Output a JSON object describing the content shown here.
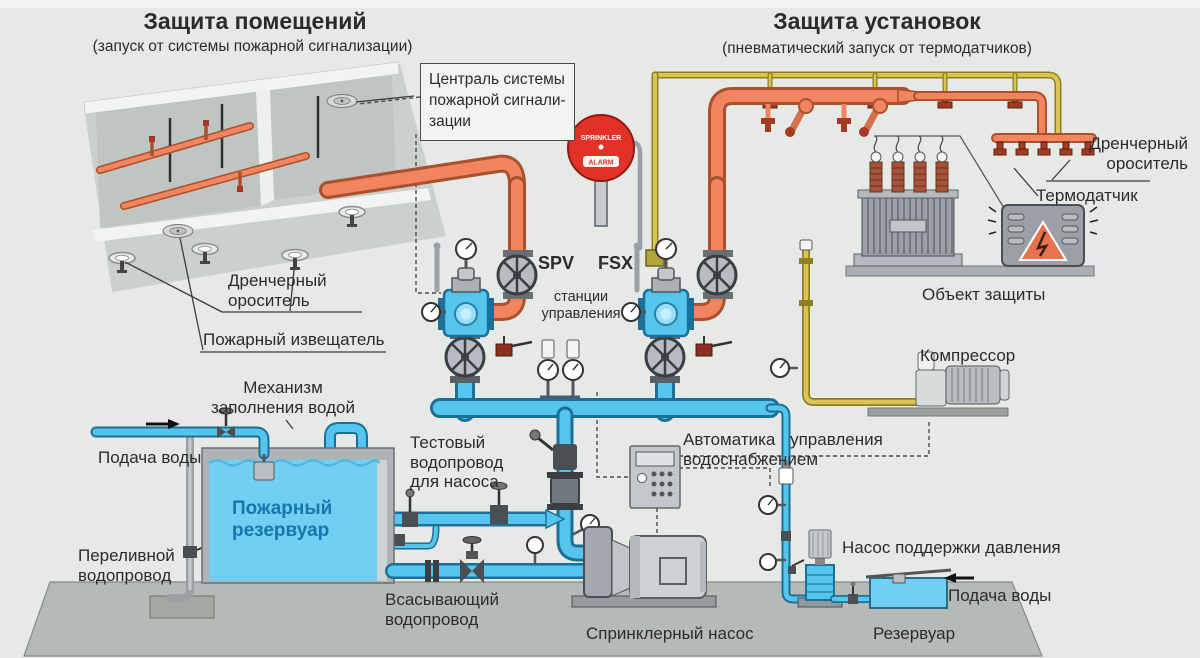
{
  "colors": {
    "orange": "#F2855F",
    "orange-dark": "#A9502C",
    "blue": "#56C5EE",
    "blue-dark": "#1C6F96",
    "yellow": "#D9C455",
    "yellow-dark": "#8F7F22",
    "water": "#72CFF2",
    "red": "#E23127",
    "gray-pipe": "#9AA0A4",
    "ground": "#B6BAB6",
    "tank-text": "#1577AD"
  },
  "titles": {
    "left": {
      "title": "Защита помещений",
      "subtitle": "(запуск от системы пожарной сигнализации)"
    },
    "right": {
      "title": "Защита установок",
      "subtitle": "(пневматический запуск от термодатчиков)"
    }
  },
  "callout": {
    "lines": [
      "Централь системы",
      "пожарной сигнали-",
      "зации"
    ]
  },
  "alarm": {
    "line1": "SPRINKLER",
    "line2": "ALARM"
  },
  "stations": {
    "spv": "SPV",
    "fsx": "FSX",
    "caption": [
      "станции",
      "управления"
    ]
  },
  "labels": {
    "drencher_left": [
      "Дренчерный",
      "ороситель"
    ],
    "fire_detector": "Пожарный извещатель",
    "fill_mechanism": [
      "Механизм",
      "заполнения водой"
    ],
    "water_supply_left": "Подача воды",
    "fire_tank": [
      "Пожарный",
      "резервуар"
    ],
    "overflow": [
      "Переливной",
      "водопровод"
    ],
    "test_line": [
      "Тестовый",
      "водопровод",
      "для насоса"
    ],
    "suction": [
      "Всасывающий",
      "водопровод"
    ],
    "sprinkler_pump": "Спринклерный насос",
    "automation": [
      "Автоматика управления",
      "водоснабжением"
    ],
    "pressure_pump": "Насос поддержки давления",
    "water_supply_right": "Подача воды",
    "reservoir": "Резервуар",
    "compressor": "Компрессор",
    "protected_object": "Объект защиты",
    "drencher_right": [
      "Дренчерный",
      "ороситель"
    ],
    "thermodetector": "Термодатчик"
  }
}
